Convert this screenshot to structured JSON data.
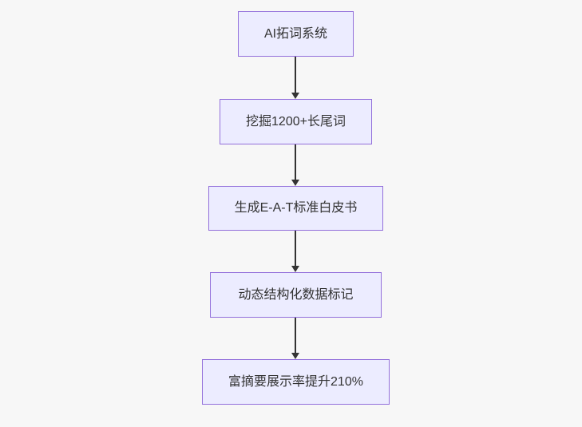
{
  "diagram": {
    "type": "flowchart",
    "direction": "top-down",
    "nodes": [
      {
        "id": "A",
        "label": "AI拓词系统"
      },
      {
        "id": "B",
        "label": "挖掘1200+长尾词"
      },
      {
        "id": "C",
        "label": "生成E-A-T标准白皮书"
      },
      {
        "id": "D",
        "label": "动态结构化数据标记"
      },
      {
        "id": "E",
        "label": "富摘要展示率提升210%"
      }
    ],
    "edges": [
      {
        "from": "A",
        "to": "B"
      },
      {
        "from": "B",
        "to": "C"
      },
      {
        "from": "C",
        "to": "D"
      },
      {
        "from": "D",
        "to": "E"
      }
    ],
    "colors": {
      "background": "#f7f7f7",
      "node_fill": "#ECECFF",
      "node_border": "#9370DB",
      "arrow": "#333333",
      "text": "#333333"
    }
  }
}
